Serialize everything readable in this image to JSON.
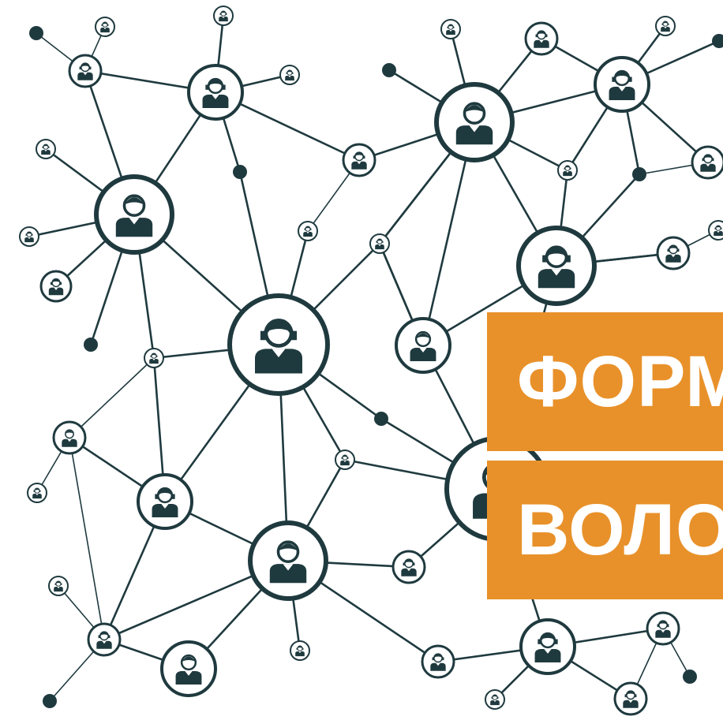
{
  "colors": {
    "network": "#1f3a3f",
    "banner": "#e8912a",
    "banner_text": "#ffffff",
    "background": "#ffffff"
  },
  "banner": {
    "line1": "ФОРМ",
    "line2": "ВОЛО"
  },
  "icons": {
    "node_icon": "person-icon",
    "node_icon_variant": "headset-person-icon",
    "endpoint": "dot-node"
  }
}
